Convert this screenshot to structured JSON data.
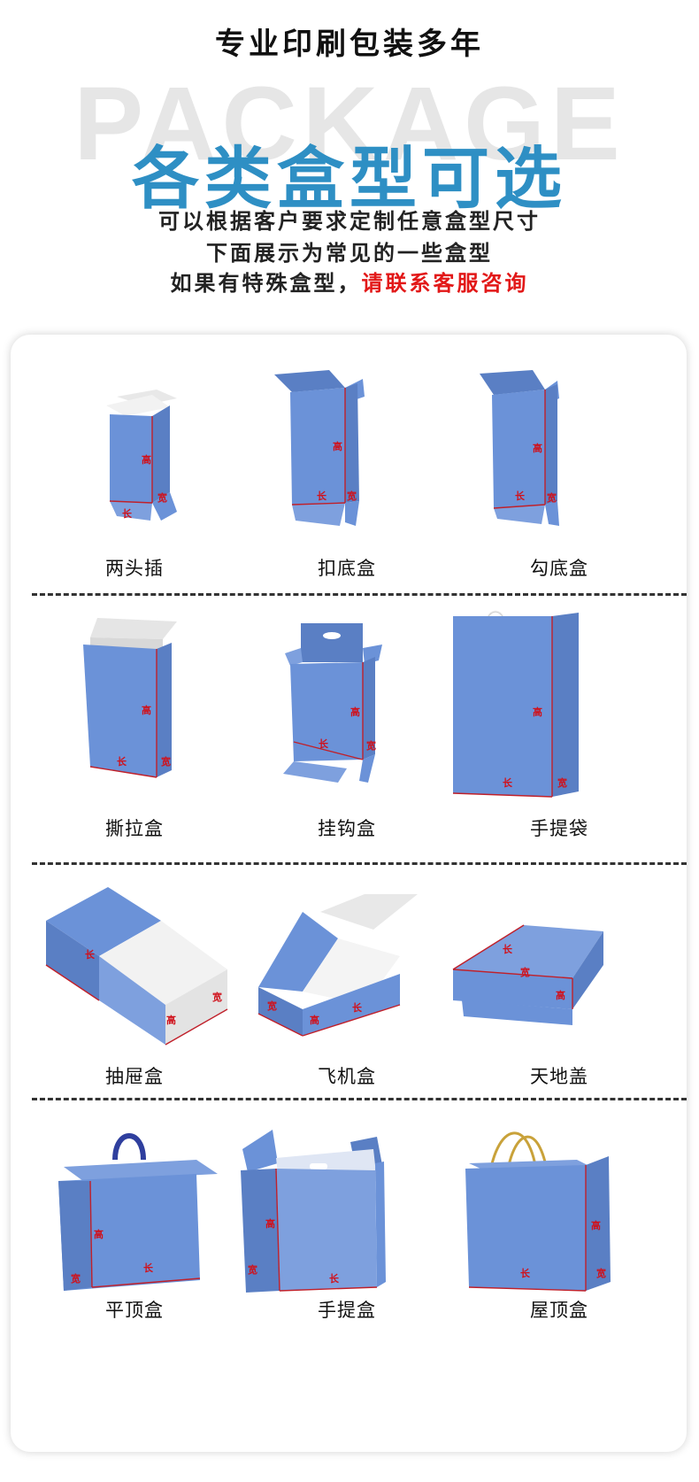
{
  "header": {
    "title": "专业印刷包装多年",
    "bg_word": "PACKAGE",
    "headline": "各类盒型可选",
    "line1": "可以根据客户要求定制任意盒型尺寸",
    "line2": "下面展示为常见的一些盒型",
    "line3_black": "如果有特殊盒型，",
    "line3_red": "请联系客服咨询"
  },
  "dims": {
    "length": "长",
    "width": "宽",
    "height": "高"
  },
  "boxes": [
    {
      "name": "两头插"
    },
    {
      "name": "扣底盒"
    },
    {
      "name": "勾底盒"
    },
    {
      "name": "撕拉盒"
    },
    {
      "name": "挂钩盒"
    },
    {
      "name": "手提袋"
    },
    {
      "name": "抽屉盒"
    },
    {
      "name": "飞机盒"
    },
    {
      "name": "天地盖"
    },
    {
      "name": "平顶盒"
    },
    {
      "name": "手提盒"
    },
    {
      "name": "屋顶盒"
    }
  ],
  "colors": {
    "box_blue": "#6b92d8",
    "box_blue_dark": "#5a7fc4",
    "headline_blue": "#2e8fc4",
    "accent_red": "#e21818"
  }
}
